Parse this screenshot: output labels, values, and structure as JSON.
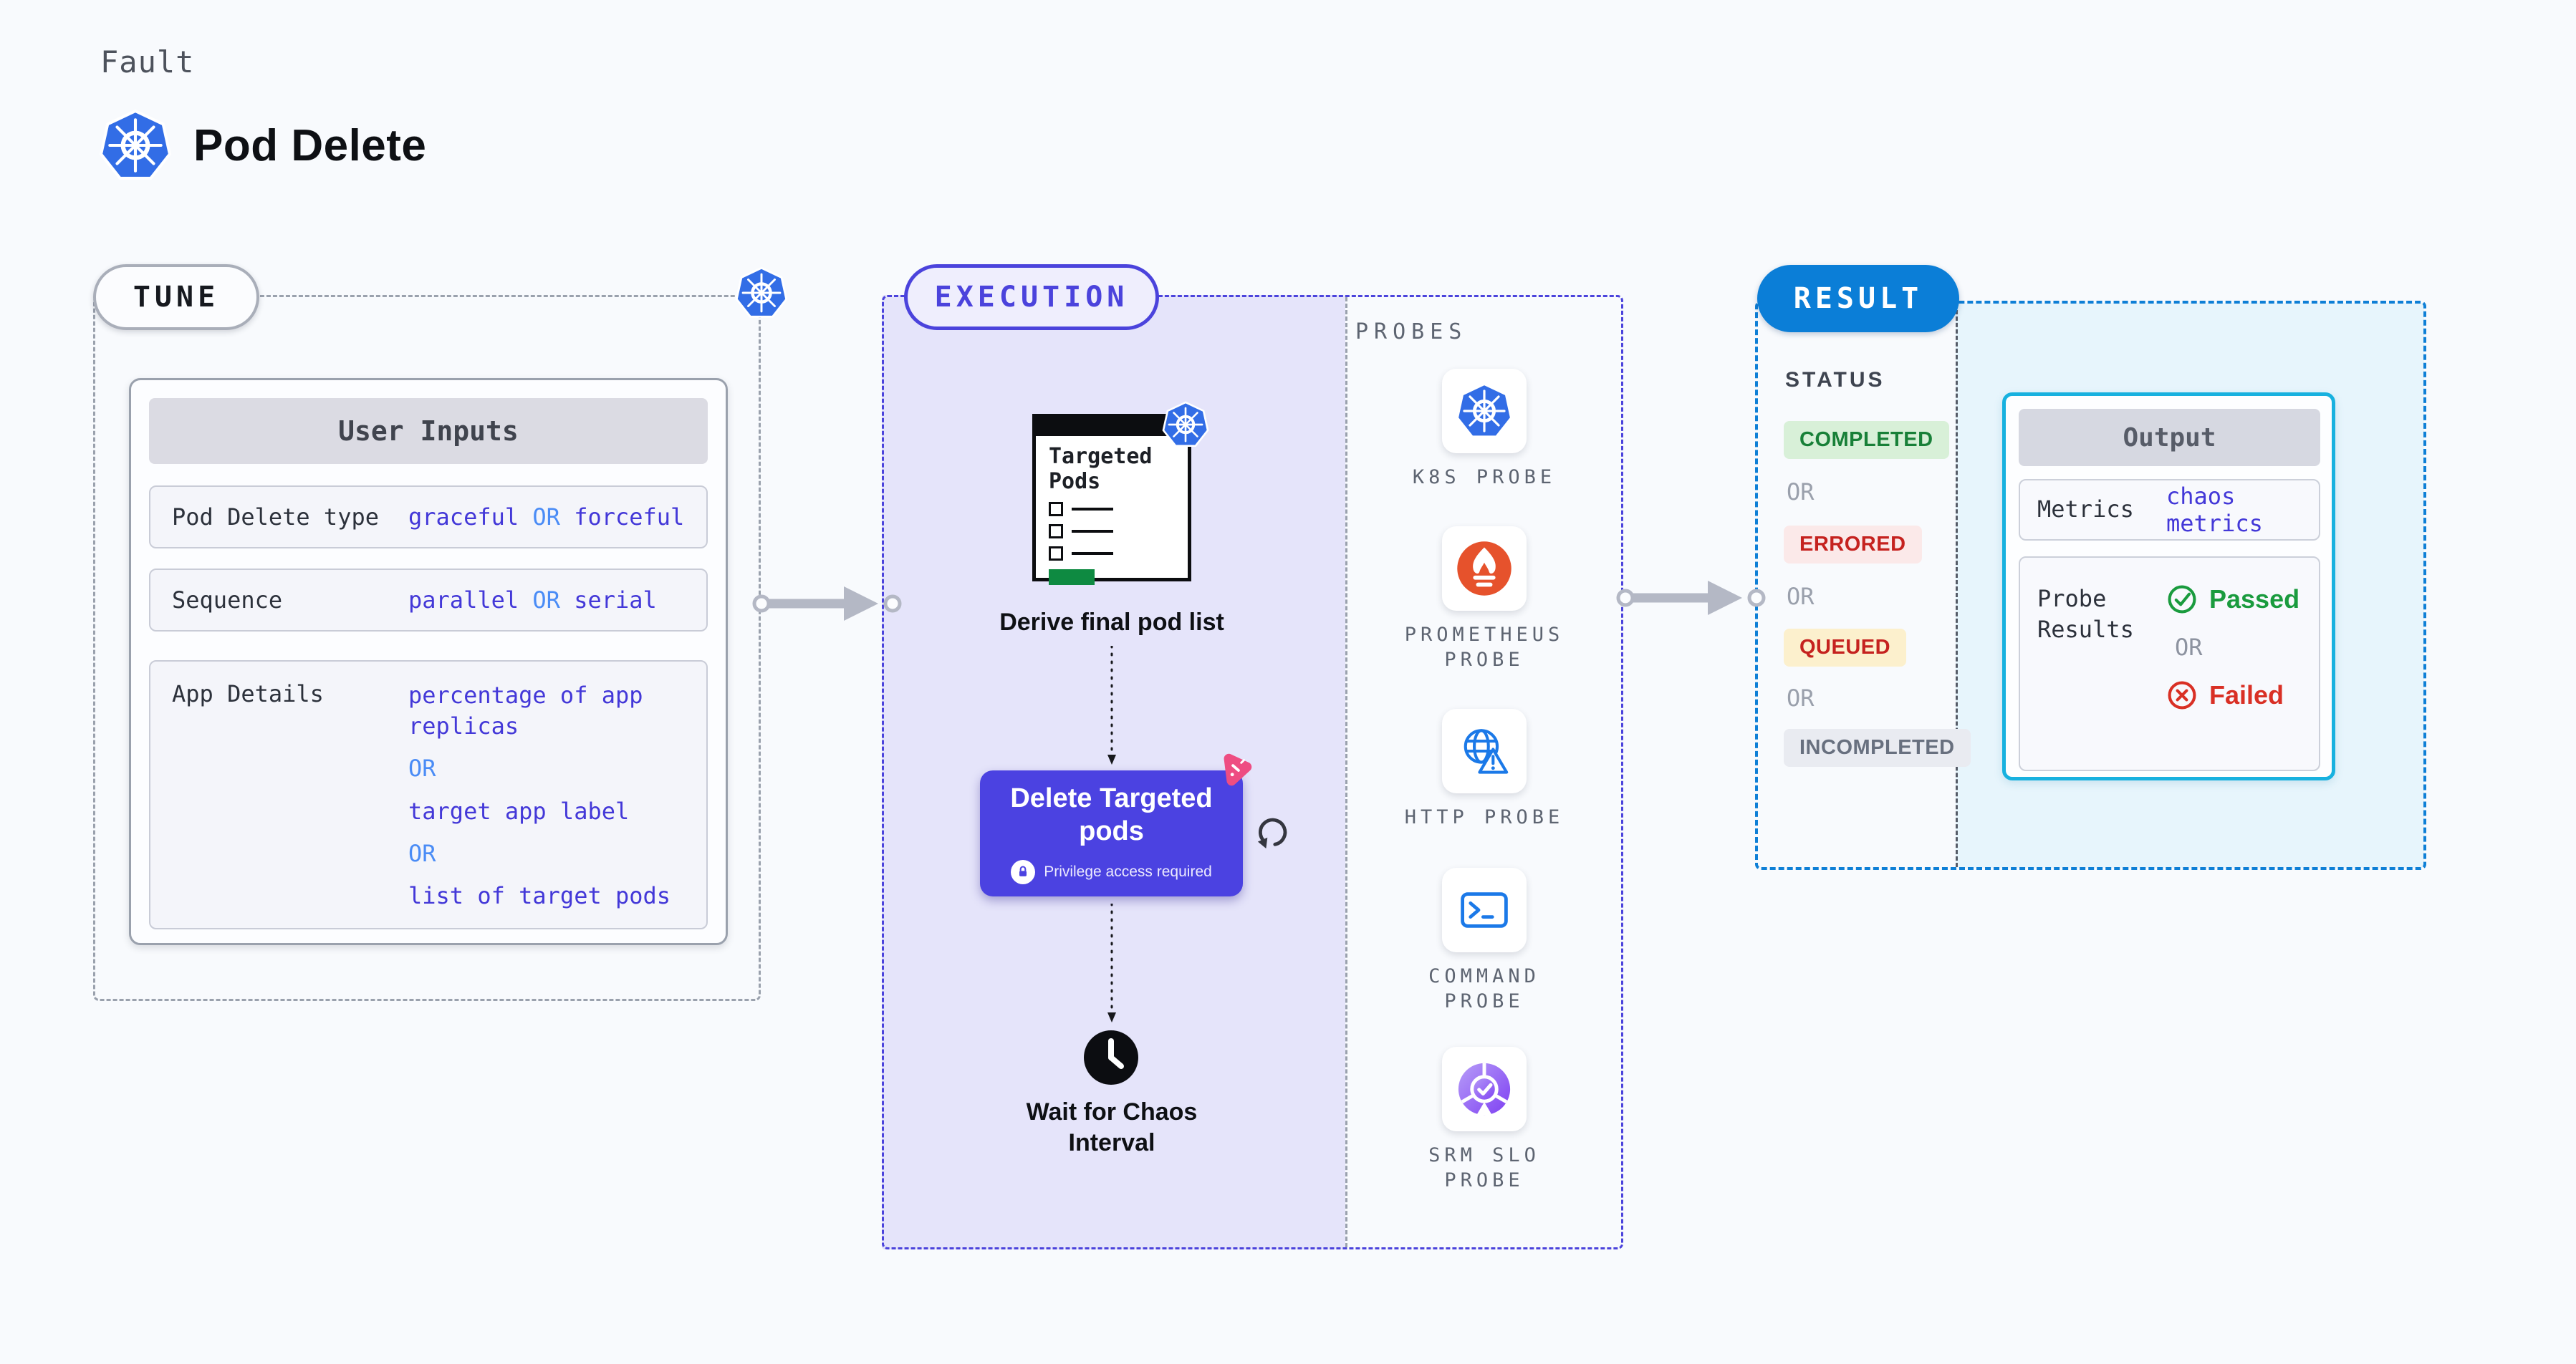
{
  "header": {
    "eyebrow": "Fault",
    "title": "Pod Delete"
  },
  "tune": {
    "label": "TUNE",
    "card_title": "User Inputs",
    "rows": [
      {
        "label": "Pod Delete type",
        "v1": "graceful",
        "or": "OR",
        "v2": "forceful"
      },
      {
        "label": "Sequence",
        "v1": "parallel",
        "or": "OR",
        "v2": "serial"
      },
      {
        "label": "App Details",
        "v1": "percentage of app replicas",
        "or1": "OR",
        "v2": "target app label",
        "or2": "OR",
        "v3": "list of target pods"
      }
    ]
  },
  "execution": {
    "label": "EXECUTION",
    "doc_title": "Targeted Pods",
    "step1": "Derive final pod list",
    "node_title": "Delete Targeted pods",
    "node_note": "Privilege access required",
    "step3": "Wait for Chaos Interval"
  },
  "probes": {
    "title": "PROBES",
    "items": [
      {
        "label": "K8S PROBE",
        "icon": "k8s-icon"
      },
      {
        "label": "PROMETHEUS PROBE",
        "icon": "prometheus-icon"
      },
      {
        "label": "HTTP PROBE",
        "icon": "http-globe-icon"
      },
      {
        "label": "COMMAND PROBE",
        "icon": "terminal-icon"
      },
      {
        "label": "SRM SLO PROBE",
        "icon": "srm-slo-icon"
      }
    ]
  },
  "result": {
    "label": "RESULT",
    "status_title": "STATUS",
    "or": "OR",
    "statuses": [
      {
        "label": "COMPLETED",
        "text_color": "#188038",
        "bg": "#d8f0d8"
      },
      {
        "label": "ERRORED",
        "text_color": "#c5221f",
        "bg": "#fbe9e9"
      },
      {
        "label": "QUEUED",
        "text_color": "#c5221f",
        "bg": "#fcf0cd"
      },
      {
        "label": "INCOMPLETED",
        "text_color": "#68707f",
        "bg": "#e9ebf1"
      }
    ],
    "output": {
      "title": "Output",
      "metrics_label": "Metrics",
      "metrics_value": "chaos metrics",
      "probe_results_label": "Probe Results",
      "passed": "Passed",
      "or": "OR",
      "failed": "Failed"
    }
  },
  "colors": {
    "accent_indigo": "#4b42e0",
    "accent_blue": "#0b7ed7",
    "accent_cyan": "#17b1df",
    "value_blue": "#4338d8",
    "or_blue": "#4a8cf6",
    "passed_green": "#1a9b3e",
    "failed_red": "#d93025",
    "k8s_blue": "#326de6",
    "prometheus_orange": "#e6522c",
    "chaos_pink": "#ee4d82",
    "lavender_bg": "#e5e4fa",
    "cyan_bg": "#e7f5fc"
  }
}
